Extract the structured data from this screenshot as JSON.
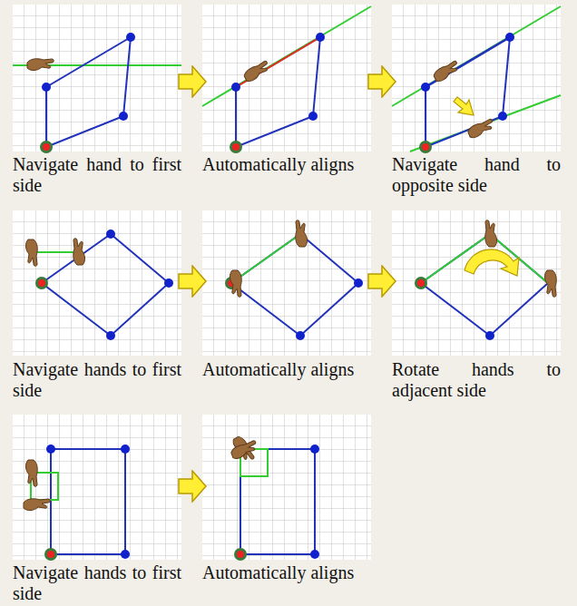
{
  "diagram": {
    "labels": [
      "Navigate hand to first side",
      "Automatically aligns",
      "Navigate hand to opposite side",
      "Navigate hands to first side",
      "Automatically aligns",
      "Rotate hands to adjacent side",
      "Navigate hands to first side",
      "Automatically aligns"
    ]
  }
}
